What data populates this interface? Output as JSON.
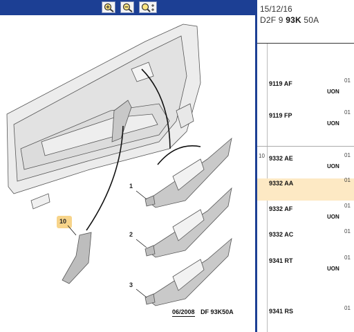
{
  "toolbar": {
    "buttons": [
      {
        "name": "zoom-in-button",
        "icon": "zoom-in-icon"
      },
      {
        "name": "zoom-out-button",
        "icon": "zoom-out-icon"
      },
      {
        "name": "zoom-reset-button",
        "icon": "zoom-fit-icon"
      }
    ]
  },
  "illustration": {
    "callouts": [
      "1",
      "2",
      "3",
      "10"
    ],
    "ref_date": "06/2008",
    "ref_code": "DF 93K50A"
  },
  "header": {
    "date": "15/12/16",
    "code_prefix": "D2F 9 ",
    "code_bold": "93K",
    "code_suffix": " 50A"
  },
  "parts": [
    {
      "num": "",
      "pn": "9119 AF",
      "qty": "01",
      "uon": "UON",
      "selected": false
    },
    {
      "num": "",
      "pn": "9119 FP",
      "qty": "01",
      "uon": "UON",
      "selected": false
    },
    {
      "num": "10",
      "pn": "9332 AE",
      "qty": "01",
      "uon": "UON",
      "selected": false
    },
    {
      "num": "",
      "pn": "9332 AA",
      "qty": "01",
      "uon": "",
      "selected": true
    },
    {
      "num": "",
      "pn": "9332 AF",
      "qty": "01",
      "uon": "UON",
      "selected": false
    },
    {
      "num": "",
      "pn": "9332 AC",
      "qty": "01",
      "uon": "",
      "selected": false
    },
    {
      "num": "",
      "pn": "9341 RT",
      "qty": "01",
      "uon": "UON",
      "selected": false
    },
    {
      "num": "",
      "pn": "9341 RS",
      "qty": "01",
      "uon": "",
      "selected": false
    }
  ],
  "colors": {
    "toolbar_bg": "#1c3f94",
    "selected_row": "#fde9c4",
    "callout_highlight": "#f7d48a"
  }
}
